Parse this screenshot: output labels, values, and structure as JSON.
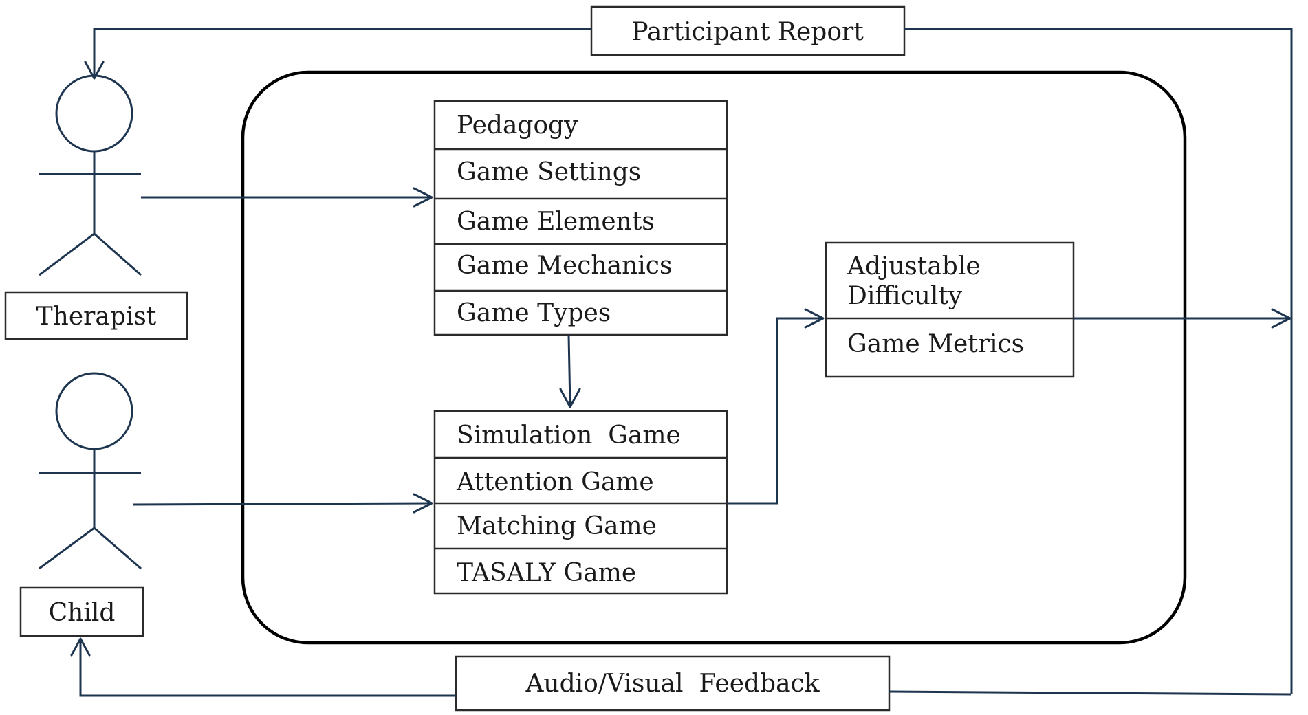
{
  "actors": {
    "therapist": {
      "label": "Therapist"
    },
    "child": {
      "label": "Child"
    }
  },
  "design_box": {
    "items": [
      "Pedagogy",
      "Game Settings",
      "Game Elements",
      "Game Mechanics",
      "Game Types"
    ]
  },
  "games_box": {
    "items": [
      "Simulation  Game",
      "Attention Game",
      "Matching Game",
      "TASALY Game"
    ]
  },
  "metrics_box": {
    "items": [
      "Adjustable Difficulty",
      "Game Metrics"
    ],
    "adjustable_line1": "Adjustable",
    "adjustable_line2": "Difficulty"
  },
  "feedback": {
    "participant_report": "Participant Report",
    "audio_visual": "Audio/Visual  Feedback"
  },
  "colors": {
    "line": "#1e3550",
    "box_stroke": "#2b2b2b",
    "frame": "#000000",
    "text": "#1a1a1a"
  }
}
